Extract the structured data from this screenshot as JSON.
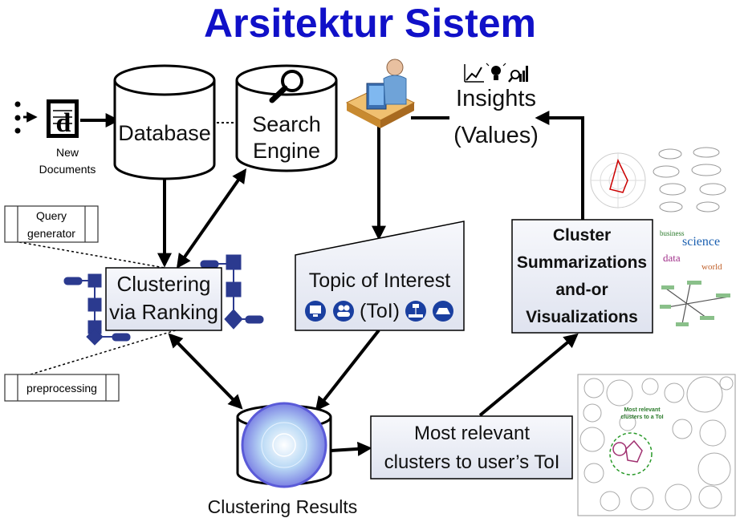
{
  "title": "Arsitektur Sistem",
  "nodes": {
    "database": "Database",
    "search_engine_line1": "Search",
    "search_engine_line2": "Engine",
    "new_documents_line1": "New",
    "new_documents_line2": "Documents",
    "query_generator_line1": "Query",
    "query_generator_line2": "generator",
    "preprocessing": "preprocessing",
    "clustering_line1": "Clustering",
    "clustering_line2": "via Ranking",
    "topic_line1": "Topic of Interest",
    "topic_line2": "(ToI)",
    "insights_line1": "Insights",
    "insights_line2": "(Values)",
    "summaries_line1": "Cluster",
    "summaries_line2": "Summarizations",
    "summaries_line3": "and-or",
    "summaries_line4": "Visualizations",
    "relevant_line1": "Most relevant",
    "relevant_line2": "clusters to user’s ToI",
    "clustering_results": "Clustering Results",
    "doc_letter": "d",
    "wordcloud_words": [
      "science",
      "business",
      "data",
      "world"
    ],
    "bubble_label_line1": "Most relevant",
    "bubble_label_line2": "clusters to a ToI"
  },
  "icons": [
    "document-icon",
    "magnifier-icon",
    "user-workstation-icon",
    "chart-icon",
    "lightbulb-icon",
    "analytics-icon",
    "monitor-icon",
    "people-icon",
    "network-icon",
    "keyboard-icon"
  ],
  "colors": {
    "title": "#1010c8",
    "box_fill": "#eef0f8",
    "arrow": "#000000",
    "icon_blue": "#1a3fa0"
  }
}
